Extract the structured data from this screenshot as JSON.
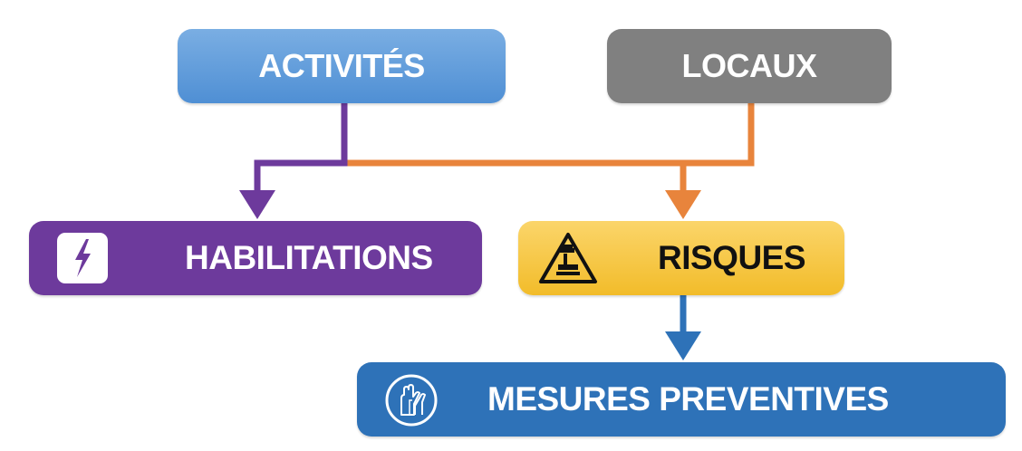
{
  "nodes": {
    "activites": "ACTIVITÉS",
    "locaux": "LOCAUX",
    "habilitations": "HABILITATIONS",
    "risques": "RISQUES",
    "mesures": "MESURES PREVENTIVES"
  },
  "icons": {
    "habilitations": "lightning-bolt-icon",
    "risques": "hand-crush-warning-icon",
    "mesures": "protective-gloves-icon"
  },
  "colors": {
    "activites": "#5a9ad8",
    "locaux": "#808080",
    "habilitations": "#6d3a9c",
    "risques": "#f5c43e",
    "mesures": "#2e72b8",
    "arrow_purple": "#6d3a9c",
    "arrow_orange": "#e8843c",
    "arrow_blue": "#2e72b8"
  }
}
